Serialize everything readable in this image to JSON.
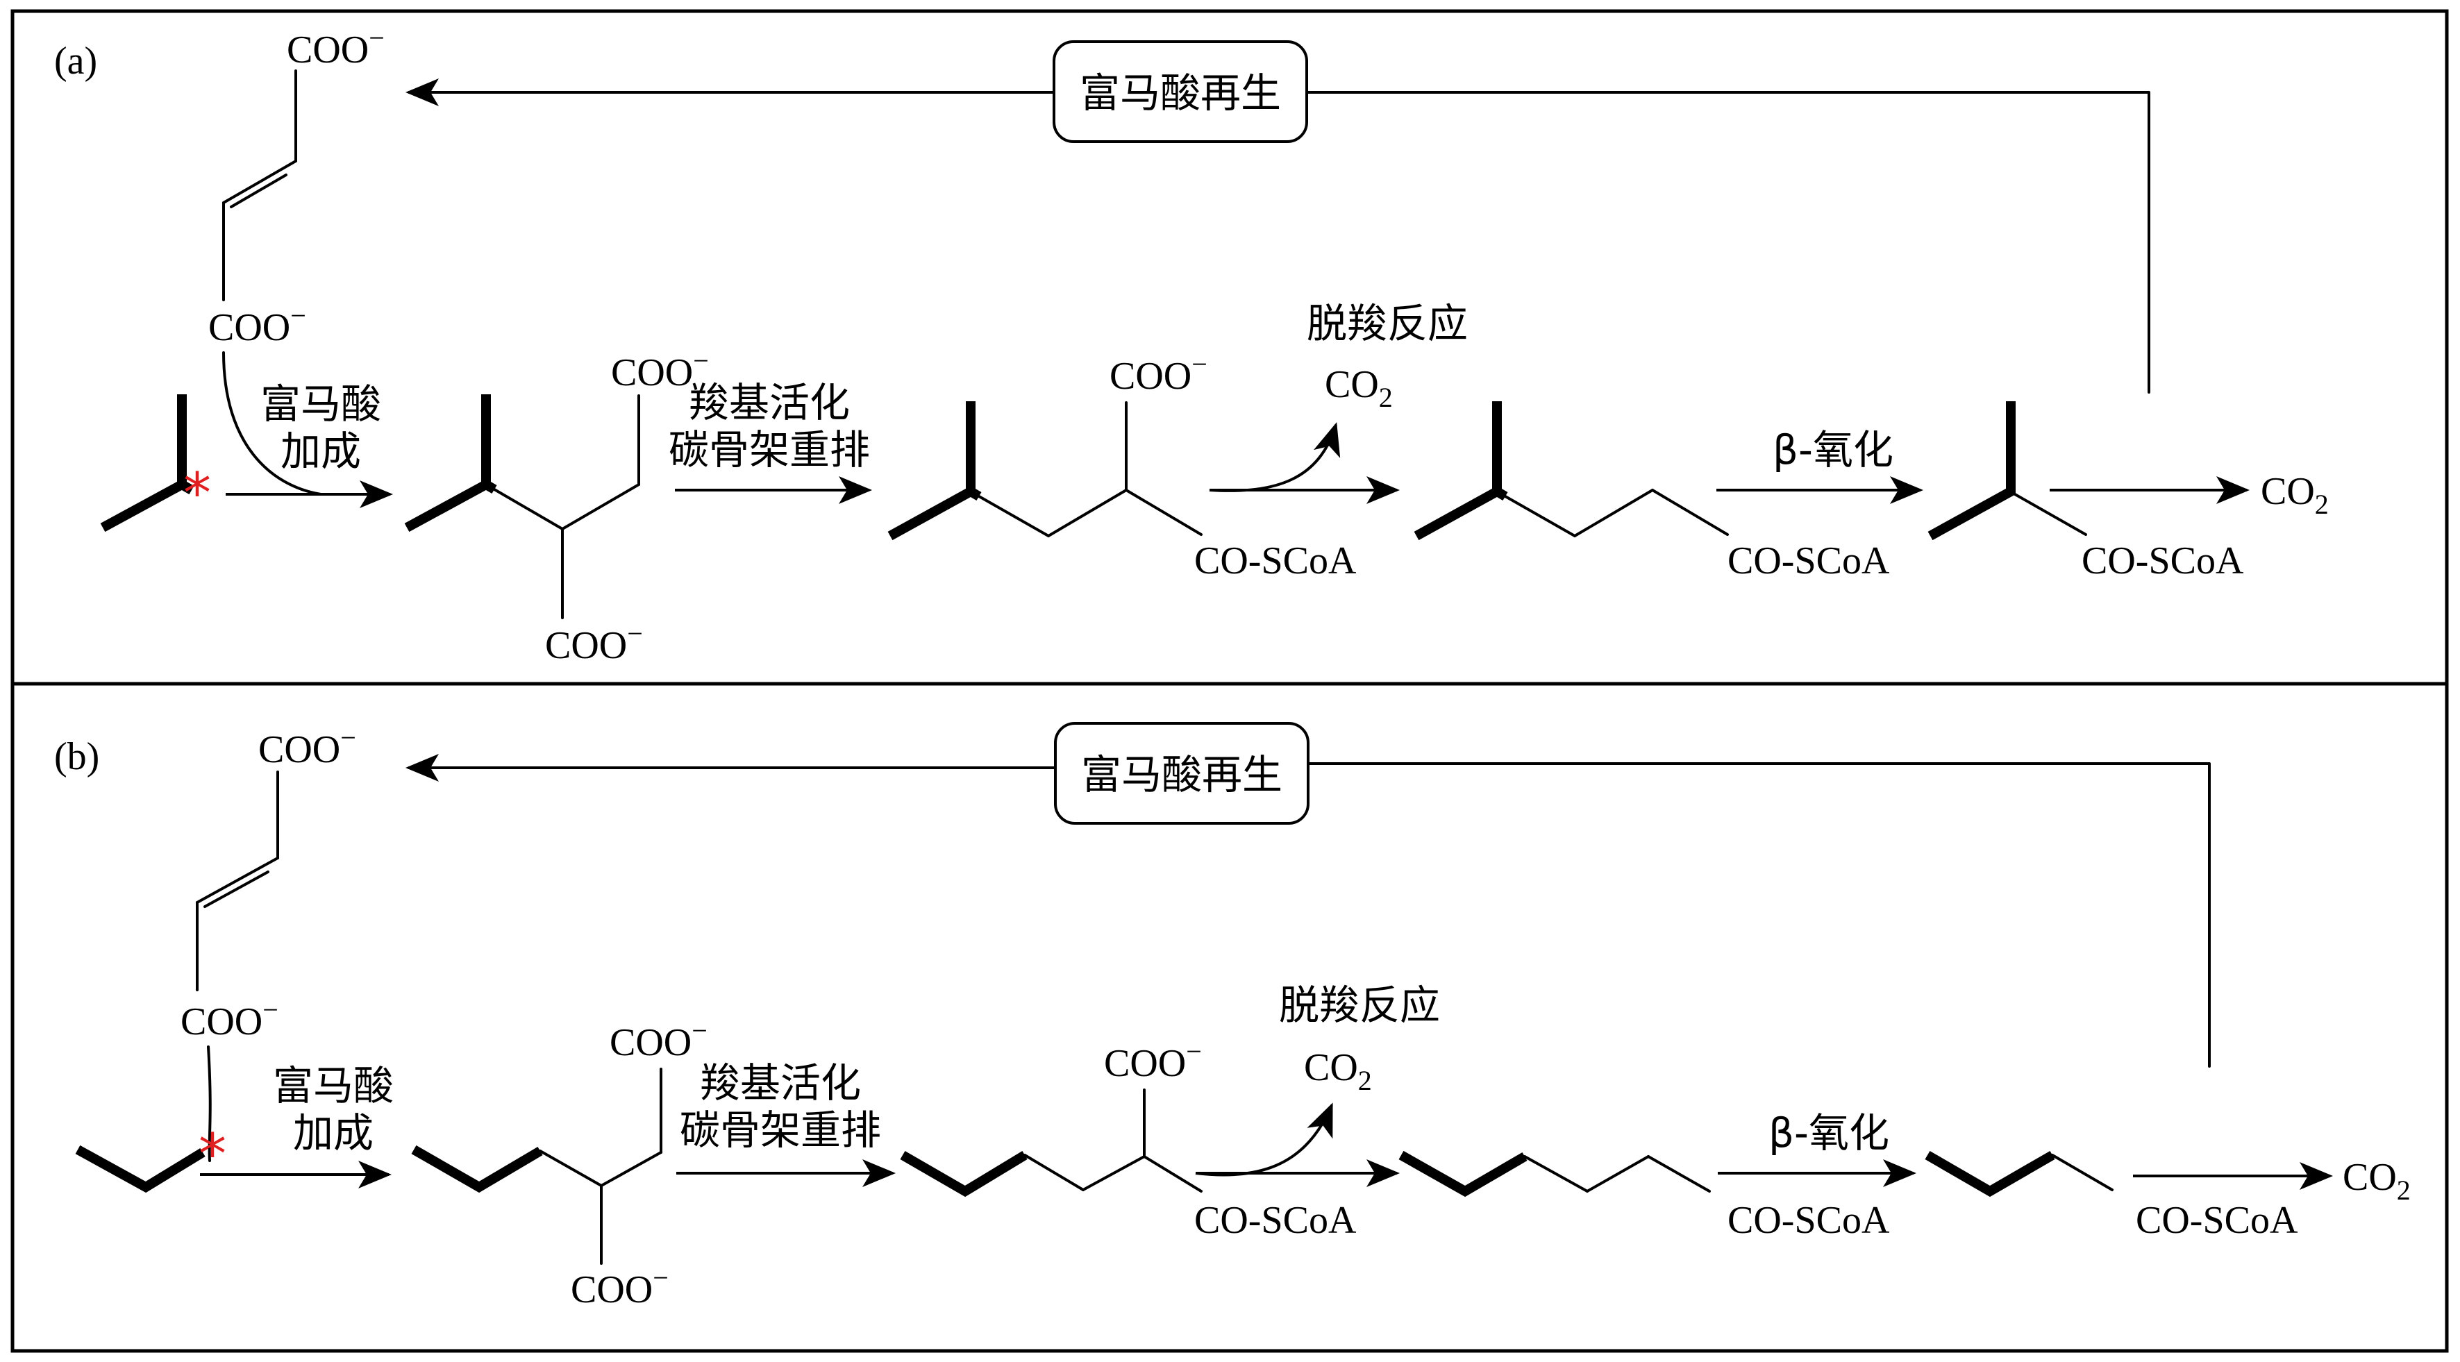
{
  "panels": [
    {
      "label": "(a)",
      "regeneration": "富马酸再生",
      "fumarate_top": "COO",
      "fumarate_bottom": "COO",
      "fumarate_addition": [
        "富马酸",
        "加成"
      ],
      "succinate_top": "COO",
      "succinate_bottom": "COO",
      "rearrangement": [
        "羧基活化",
        "碳骨架重排"
      ],
      "acyl_carboxylate": "COO",
      "coa_1": "CO-SCoA",
      "decarboxylation": "脱羧反应",
      "co2_released": "CO",
      "coa_2": "CO-SCoA",
      "beta_oxidation": "β-氧化",
      "coa_3": "CO-SCoA",
      "co2_final": "CO"
    },
    {
      "label": "(b)",
      "regeneration": "富马酸再生",
      "fumarate_top": "COO",
      "fumarate_bottom": "COO",
      "fumarate_addition": [
        "富马酸",
        "加成"
      ],
      "succinate_top": "COO",
      "succinate_bottom": "COO",
      "rearrangement": [
        "羧基活化",
        "碳骨架重排"
      ],
      "acyl_carboxylate": "COO",
      "coa_1": "CO-SCoA",
      "decarboxylation": "脱羧反应",
      "co2_released": "CO",
      "coa_2": "CO-SCoA",
      "beta_oxidation": "β-氧化",
      "coa_3": "CO-SCoA",
      "co2_final": "CO"
    }
  ],
  "symbols": {
    "charge": "−",
    "subscript_2": "2",
    "marker": "*"
  },
  "colors": {
    "marker": "#e02020",
    "ink": "#000000"
  }
}
